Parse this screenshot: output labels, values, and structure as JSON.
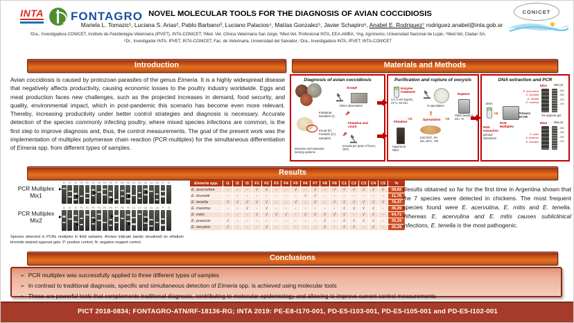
{
  "header": {
    "inta_logo": "INTA",
    "fontagro_logo": "FONTAGRO",
    "conicet_logo": "CONICET",
    "title": "NOVEL MOLECULAR TOOLS FOR THE DIAGNOSIS OF AVIAN COCCIDIOSIS",
    "authors_prefix": "Mariela L. Tomazic¹, Luciana S. Arias², Pablo Barbano³, Luciano Palacios⁴, Matías Gonzalez⁵, Javier Schapiro⁶, ",
    "corresponding_author": "Anabel E. Rodriguez⁷",
    "email": " rodriguez.anabel@inta.gob.ar",
    "affiliations_line1": "¹Dra., Investigadora CONICET, Instituto de Patobiología Veterinaria (IPVET), INTA-CONICET; ²Med. Vet. Clínica Veterinaria San Jorge, ³Med.Vet. Profesional INTA, EEA-AMBA, ⁴Ing. Agrónomo, Universidad Nacional de Luján, ⁵Med.Vet, Cladan SA,",
    "affiliations_line2": "⁶Dr., Investigador INTA, IPVET, INTA-CONICET, Fac. de Veterinaria, Universidad del Salvador, ⁷Dra., Investigadora INTA, IPVET, INTA-CONICET"
  },
  "intro": {
    "title": "Introduction",
    "body": "Avian coccidiosis is caused by protozoan parasites of the genus *Eimeria*. It is a highly widespread disease that negatively affects productivity, causing economic losses to the poultry industry worldwide. Eggs and meat production faces new challenges, such as the projected increases in demand, food security, and quality, environmental impact, which in post-pandemic this scenario has become even more relevant. Thereby, increasing productivity under better control strategies and diagnosis is necessary. Accurate detection of the species commonly infecting poultry, where mixed species infections are common, is the first step to improve diagnosis and, thus, the control measurements. The goal of the present work was the implementation of multiplex polymerase chain reaction (PCR-multiplex) for the simultaneous differentiation of *Eimeria* spp. from different types of samples."
  },
  "methods": {
    "title": "Materials and Methods",
    "panel1": {
      "title": "Diagnosis of avian coccidiosis",
      "scrape": "Scrape",
      "direct_observation": "Direct observation",
      "intestinal": "Intestinal samples (I)",
      "fecal": "Fecal (F) Fomites (C) samples",
      "flotation_count": "Flotation and count",
      "opg": "oocysts per gram of feces, OPG",
      "farming": "Intensive and extensive farming systems"
    },
    "panel2": {
      "title": "Purification and rupture of oocysts",
      "enzyme": "Enzyme treatment",
      "trypsin": "1.5 % w/v trypsin, 41°C, 60 min.",
      "sporulation_pct": "% sporulation",
      "rupture": "Rupture",
      "glass_beads": "Glass beads 3 min, 7x",
      "sporulation": "Sporulation",
      "dichromate": "K2Cr2O7, 2% w/v, 28°C, 72h",
      "flotation": "Flotation",
      "nacl": "Hypertonic NaCl"
    },
    "panel3": {
      "title": "DNA extraction and PCR",
      "dna": "DNA",
      "dna_extraction": "DNA extraction",
      "phenol": "phenol/ chloroform",
      "pcr_multiplex": "PCR Multiplex",
      "primers": "Primers SCAR",
      "mix1": "Mix1",
      "mix2": "Mix2",
      "mw": "MW pb",
      "agarose": "2% agarose gel",
      "mix1_species": [
        "E. acervulina",
        "E. brunetti",
        "E. tenella",
        "E. maxima"
      ],
      "mix2_species": [
        "E. mitis",
        "E. praecox",
        "E. necatrix"
      ],
      "ladder_sizes": [
        "500",
        "300",
        "200",
        "100"
      ]
    }
  },
  "results": {
    "title": "Results",
    "gel1_label": "PCR Multiplex Mix1",
    "gel2_label": "PCR Multiplex Mix2",
    "lane_labels": [
      "I1",
      "I2",
      "I3",
      "F1",
      "F2",
      "F3",
      "F4",
      "F5",
      "F6",
      "F7",
      "F8",
      "F9",
      "C1",
      "C2",
      "C3",
      "C4",
      "C5",
      "P",
      "N"
    ],
    "caption": "Species detected in PCRs multiplex in field samples. Arrows indicate bands visualized on ethidium bromide stained agarose gels. P: positive control, N: negative reagent control.",
    "table": {
      "columns": [
        "Eimeria spp.",
        "I1",
        "I2",
        "I3",
        "F1",
        "F2",
        "F3",
        "F4",
        "F5",
        "F6",
        "F7",
        "F8",
        "F9",
        "C1",
        "C2",
        "C3",
        "C4",
        "C5",
        "%"
      ],
      "rows": [
        {
          "species": "E. acervulina",
          "cells": [
            "-",
            "-",
            "-",
            "√",
            "√",
            "-",
            "-",
            "√",
            "-",
            "√",
            "-",
            "√",
            "√",
            "√",
            "√",
            "√",
            "√"
          ],
          "pct": "58,82"
        },
        {
          "species": "E. brunetti",
          "cells": [
            "-",
            "-",
            "-",
            "-",
            "-",
            "-",
            "-",
            "-",
            "√",
            "√",
            "-",
            "-",
            "-",
            "-",
            "-",
            "-",
            "-"
          ],
          "pct": "11,76"
        },
        {
          "species": "E. tenella",
          "cells": [
            "√",
            "√",
            "√",
            "√",
            "√",
            "-",
            "-",
            "√",
            "-",
            "√",
            "-",
            "√",
            "√",
            "√",
            "√",
            "√",
            "√"
          ],
          "pct": "76,47"
        },
        {
          "species": "E. maxima",
          "cells": [
            "-",
            "-",
            "√",
            "-",
            "√",
            "-",
            "-",
            "-",
            "-",
            "-",
            "-",
            "-",
            "√",
            "√",
            "√",
            "√",
            "-"
          ],
          "pct": "35,29"
        },
        {
          "species": "E. mitis",
          "cells": [
            "-",
            "-",
            "-",
            "√",
            "√",
            "√",
            "√",
            "-",
            "√",
            "√",
            "√",
            "√",
            "√",
            "-",
            "√",
            "√",
            "-"
          ],
          "pct": "64,71"
        },
        {
          "species": "E. praecox",
          "cells": [
            "√",
            "-",
            "-",
            "-",
            "-",
            "-",
            "-",
            "-",
            "-",
            "-",
            "√",
            "-",
            "√",
            "√",
            "√",
            "√",
            "-"
          ],
          "pct": "35,29"
        },
        {
          "species": "E. necatrix",
          "cells": [
            "√",
            "-",
            "-",
            "-",
            "√",
            "-",
            "-",
            "-",
            "-",
            "-",
            "√",
            "-",
            "√",
            "√",
            "-",
            "√",
            "-"
          ],
          "pct": "35,29"
        }
      ]
    },
    "body": "Results obtained so far for the first time in Argentina shown that the 7 species were detected in chickens. The most frequent species found were *E. acervulina*, *E. mitis* and *E. tenella*. *Whereas E. acervulina and E. mitis causes subliclinical infections, E. tenella is* the most pathogenic."
  },
  "conclusions": {
    "title": "Conclusions",
    "bullets": [
      "PCR  multiplex was successfully applied to three different types of samples",
      "In contrast to traditional diagnosis, specific and simultaneous detection of *Eimeria* spp. is achieved using molecular tools",
      "These are powerful tools that complements traditional diagnosis, contributing to molecular epidemiology and allowing to improve current control measurements"
    ]
  },
  "footer": {
    "text": "PICT 2018-0834;  FONTAGRO-ATN/RF-18136-RG; INTA 2019: PE-E8-I170-001, PD-E5-I103-001, PD-E5-I105-001 and PD-E5-I102-001"
  },
  "colors": {
    "accent_red": "#C00000",
    "bar_orange": "#D8611C",
    "footer_red": "#A53B28",
    "fontagro_blue": "#1C4F9C",
    "inta_red": "#D92B1E"
  }
}
